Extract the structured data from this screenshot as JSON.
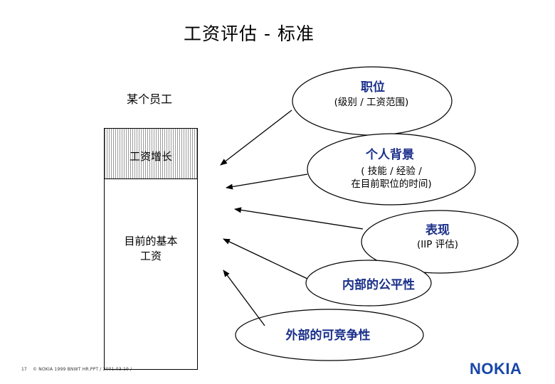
{
  "title": "工资评估 - 标准",
  "employee_label": "某个员工",
  "pay_increase_label": "工资增长",
  "base_pay_label": "目前的基本\n工资",
  "factors": [
    {
      "title": "职位",
      "subtitle": "(级别 / 工资范围)"
    },
    {
      "title": "个人背景",
      "subtitle": "( 技能 / 经验 /\n在目前职位的时间)"
    },
    {
      "title": "表现",
      "subtitle": "(IIP 评估)"
    },
    {
      "title": "内部的公平性",
      "subtitle": ""
    },
    {
      "title": "外部的可竞争性",
      "subtitle": ""
    }
  ],
  "footer": {
    "page": "17",
    "copyright": "© NOKIA 1999   BNWT HR.PPT / 2001.03.19 /"
  },
  "logo_text": "NOKIA",
  "colors": {
    "title_text": "#1a2f8a",
    "logo": "#1846a8",
    "hatch": "#9a9a9a"
  }
}
